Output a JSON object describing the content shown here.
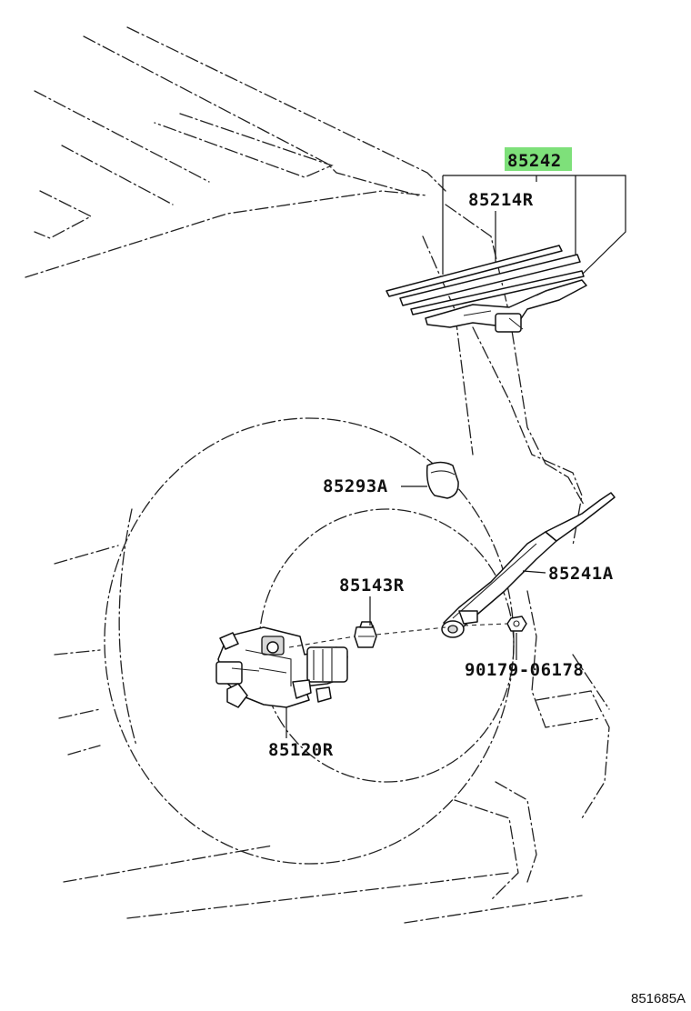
{
  "parts": [
    {
      "id": "p85242",
      "number": "85242",
      "highlighted": true
    },
    {
      "id": "p85214R",
      "number": "85214R"
    },
    {
      "id": "p85293A",
      "number": "85293A"
    },
    {
      "id": "p85143R",
      "number": "85143R"
    },
    {
      "id": "p85241A",
      "number": "85241A"
    },
    {
      "id": "p90179",
      "number": "90179-06178"
    },
    {
      "id": "p85120R",
      "number": "85120R"
    }
  ],
  "diagram_ref": "851685A",
  "colors": {
    "highlight": "#7ee07a",
    "ink": "#111111",
    "background": "#ffffff"
  }
}
